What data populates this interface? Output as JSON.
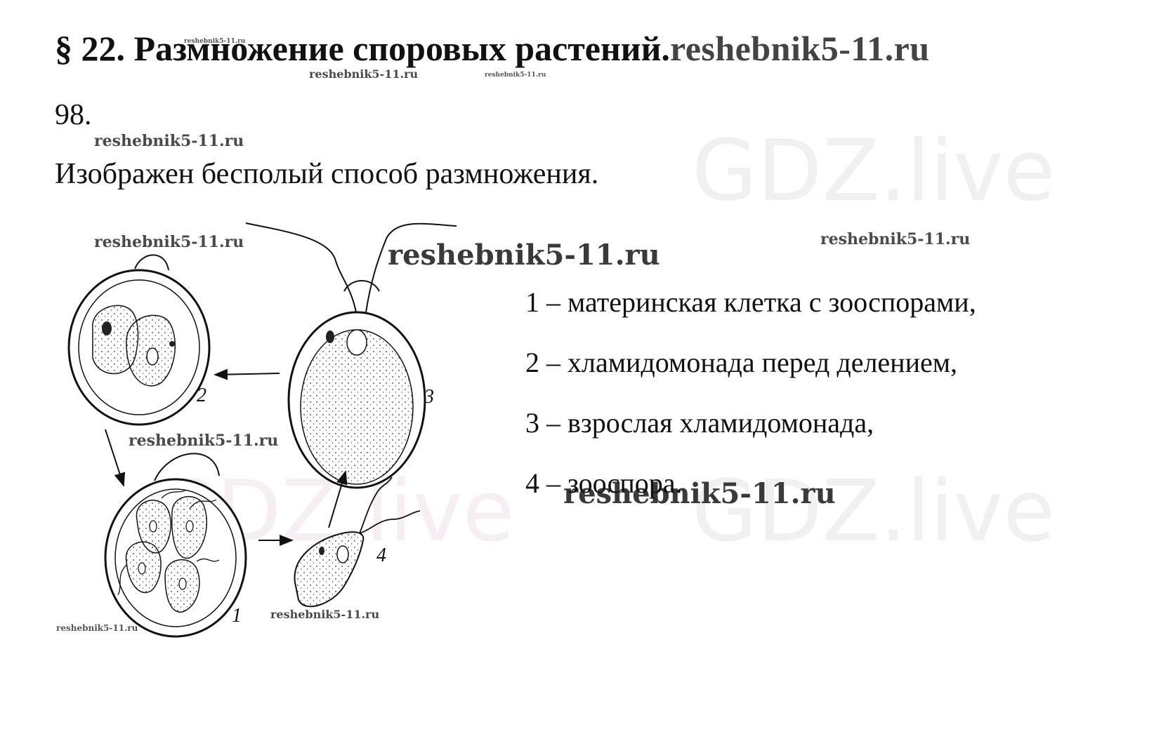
{
  "heading": {
    "text": "§ 22. Размножение споровых растений.",
    "watermark": "reshebnik5-11.ru"
  },
  "task_number": "98.",
  "answer": "Изображен бесполый способ размножения.",
  "figure": {
    "labels": [
      "1",
      "2",
      "3",
      "4"
    ]
  },
  "legend": [
    "1 – материнская клетка с зооспорами,",
    "2 – хламидомонада перед делением,",
    "3 – взрослая хламидомонада,",
    "4 – зооспора."
  ],
  "watermarks": {
    "site": "reshebnik5-11.ru",
    "gdz": "GDZ.live"
  }
}
